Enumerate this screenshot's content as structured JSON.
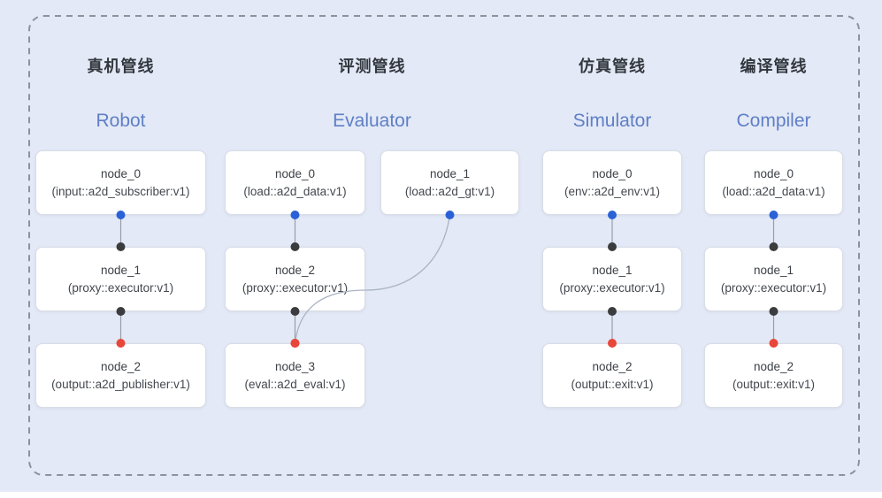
{
  "colors": {
    "background": "#e3e9f6",
    "node_background": "#ffffff",
    "node_border": "#d9dde5",
    "dash_border": "#8d929b",
    "edge_line": "#979ea9",
    "edge_curve": "#aab3c3",
    "dot_blue": "#2b61d6",
    "dot_black": "#3b3c3e",
    "dot_red": "#e8463a",
    "title_zh_color": "#33373e",
    "title_en_color": "#5f7fc6",
    "node_text_color": "#3c4147"
  },
  "pipelines": [
    {
      "id": "robot",
      "title_zh": "真机管线",
      "title_en": "Robot",
      "nodes": [
        {
          "name": "node_0",
          "type": "(input::a2d_subscriber:v1)",
          "col": 0,
          "row": 0
        },
        {
          "name": "node_1",
          "type": "(proxy::executor:v1)",
          "col": 0,
          "row": 1
        },
        {
          "name": "node_2",
          "type": "(output::a2d_publisher:v1)",
          "col": 0,
          "row": 2
        }
      ],
      "edges": [
        {
          "from": 0,
          "to": 1,
          "from_dot": "blue",
          "to_dot": "black",
          "curved": false
        },
        {
          "from": 1,
          "to": 2,
          "from_dot": "black",
          "to_dot": "red",
          "curved": false
        }
      ]
    },
    {
      "id": "evaluator",
      "title_zh": "评测管线",
      "title_en": "Evaluator",
      "nodes": [
        {
          "name": "node_0",
          "type": "(load::a2d_data:v1)",
          "col": 0,
          "row": 0
        },
        {
          "name": "node_1",
          "type": "(load::a2d_gt:v1)",
          "col": 1,
          "row": 0
        },
        {
          "name": "node_2",
          "type": "(proxy::executor:v1)",
          "col": 0,
          "row": 1
        },
        {
          "name": "node_3",
          "type": "(eval::a2d_eval:v1)",
          "col": 0,
          "row": 2
        }
      ],
      "edges": [
        {
          "from": 0,
          "to": 2,
          "from_dot": "blue",
          "to_dot": "black",
          "curved": false
        },
        {
          "from": 2,
          "to": 3,
          "from_dot": "black",
          "to_dot": "red",
          "curved": false
        },
        {
          "from": 1,
          "to": 3,
          "from_dot": "blue",
          "to_dot": "red",
          "curved": true
        }
      ]
    },
    {
      "id": "simulator",
      "title_zh": "仿真管线",
      "title_en": "Simulator",
      "nodes": [
        {
          "name": "node_0",
          "type": "(env::a2d_env:v1)",
          "col": 0,
          "row": 0
        },
        {
          "name": "node_1",
          "type": "(proxy::executor:v1)",
          "col": 0,
          "row": 1
        },
        {
          "name": "node_2",
          "type": "(output::exit:v1)",
          "col": 0,
          "row": 2
        }
      ],
      "edges": [
        {
          "from": 0,
          "to": 1,
          "from_dot": "blue",
          "to_dot": "black",
          "curved": false
        },
        {
          "from": 1,
          "to": 2,
          "from_dot": "black",
          "to_dot": "red",
          "curved": false
        }
      ]
    },
    {
      "id": "compiler",
      "title_zh": "编译管线",
      "title_en": "Compiler",
      "nodes": [
        {
          "name": "node_0",
          "type": "(load::a2d_data:v1)",
          "col": 0,
          "row": 0
        },
        {
          "name": "node_1",
          "type": "(proxy::executor:v1)",
          "col": 0,
          "row": 1
        },
        {
          "name": "node_2",
          "type": "(output::exit:v1)",
          "col": 0,
          "row": 2
        }
      ],
      "edges": [
        {
          "from": 0,
          "to": 1,
          "from_dot": "blue",
          "to_dot": "black",
          "curved": false
        },
        {
          "from": 1,
          "to": 2,
          "from_dot": "black",
          "to_dot": "red",
          "curved": false
        }
      ]
    }
  ]
}
